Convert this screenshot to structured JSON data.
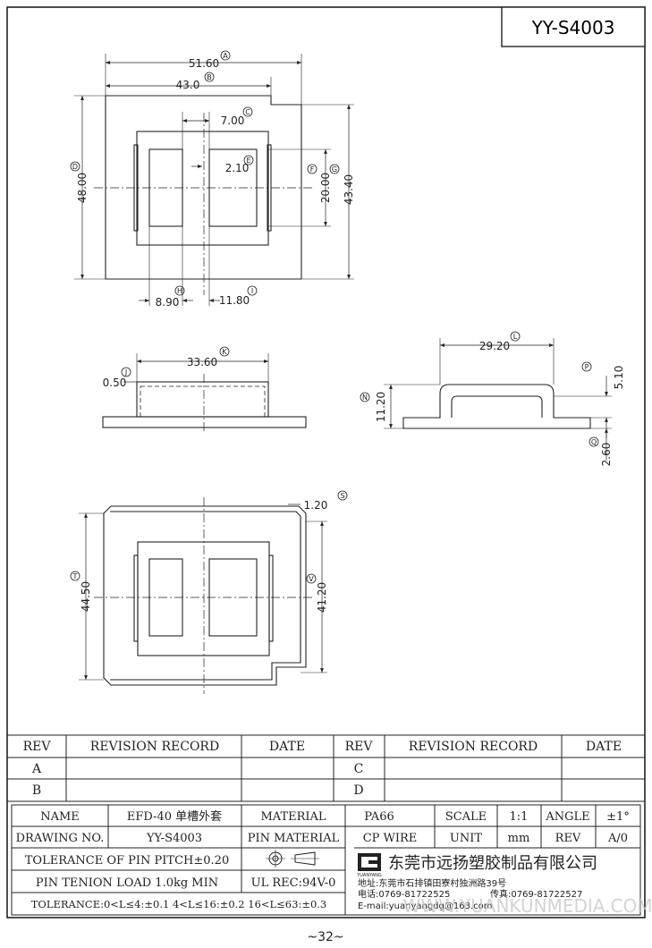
{
  "part_no": "YY-S4003",
  "page_number": "~32~",
  "top_view": {
    "dims": [
      {
        "value": "51.60",
        "tag": "A"
      },
      {
        "value": "43.0",
        "tag": "B"
      },
      {
        "value": "7.00",
        "tag": "C"
      },
      {
        "value": "48.00",
        "tag": "D"
      },
      {
        "value": "2.10",
        "tag": "E"
      },
      {
        "value": "20.00",
        "tag": "F"
      },
      {
        "value": "43.40",
        "tag": "G"
      },
      {
        "value": "8.90",
        "tag": "H"
      },
      {
        "value": "11.80",
        "tag": "I"
      }
    ]
  },
  "front_view": {
    "dims": [
      {
        "value": "0.50",
        "tag": "J"
      },
      {
        "value": "33.60",
        "tag": "K"
      }
    ]
  },
  "side_view": {
    "dims": [
      {
        "value": "29.20",
        "tag": "L"
      },
      {
        "value": "11.20",
        "tag": "N"
      },
      {
        "value": "5.10",
        "tag": "P"
      },
      {
        "value": "2.60",
        "tag": "Q"
      }
    ]
  },
  "bottom_view": {
    "dims": [
      {
        "value": "1.20",
        "tag": "S"
      },
      {
        "value": "44.50",
        "tag": "T"
      },
      {
        "value": "41.20",
        "tag": "V"
      }
    ]
  },
  "revision_table": {
    "headers": [
      "REV",
      "REVISION RECORD",
      "DATE",
      "REV",
      "REVISION RECORD",
      "DATE"
    ],
    "rows": [
      [
        "A",
        "",
        "",
        "C",
        "",
        ""
      ],
      [
        "B",
        "",
        "",
        "D",
        "",
        ""
      ]
    ]
  },
  "title_block": {
    "name_label": "NAME",
    "name_value": "EFD-40 单槽外套",
    "material_label": "MATERIAL",
    "material_value": "PA66",
    "scale_label": "SCALE",
    "scale_value": "1:1",
    "angle_label": "ANGLE",
    "angle_value": "±1°",
    "drawing_no_label": "DRAWING NO.",
    "drawing_no_value": "YY-S4003",
    "pin_material_label": "PIN MATERIAL",
    "pin_material_value": "CP WIRE",
    "unit_label": "UNIT",
    "unit_value": "mm",
    "rev_label": "REV",
    "rev_value": "A/0",
    "pin_pitch_tolerance": "TOLERANCE OF PIN PITCH±0.20",
    "pin_tension_load": "PIN TENION LOAD 1.0kg MIN",
    "ul_rec": "UL REC:94V-0",
    "tolerance": "TOLERANCE:0<L≤4:±0.1  4<L≤16:±0.2  16<L≤63:±0.3",
    "company_name": "东莞市远扬塑胶制品有限公司",
    "logo_text": "YUANYANG",
    "address": "地址:东莞市石排镇田寮村独洲路39号",
    "phone": "电话:0769-81722525",
    "fax": "传真:0769-81722527",
    "email": "E-mail:yuanyangdg@163.com",
    "watermark": "WWW.YUANKUNMEDIA.COM"
  },
  "colors": {
    "line": "#222222",
    "background": "#ffffff",
    "watermark": "#c8c8c8"
  }
}
